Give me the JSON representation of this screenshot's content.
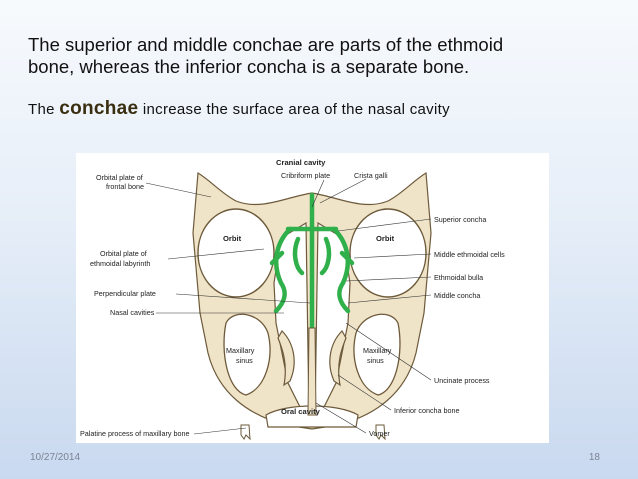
{
  "slide": {
    "title_line1": "The superior and middle conchae are parts of the ethmoid",
    "title_line2": "bone, whereas the inferior concha is a separate bone.",
    "sub_prefix": "The ",
    "sub_bold": "conchae",
    "sub_suffix": " increase the surface area of the nasal cavity",
    "date": "10/27/2014",
    "page_number": "18"
  },
  "diagram": {
    "colors": {
      "bone": "#efe3c8",
      "bone_stroke": "#6d5a3a",
      "ethmoid": "#2fb04a"
    },
    "labels": {
      "cranial_cavity": "Cranial cavity",
      "cribriform_plate": "Cribriform plate",
      "crista_galli": "Crista galli",
      "orbital_plate_frontal_1": "Orbital plate of",
      "orbital_plate_frontal_2": "frontal bone",
      "orbit_left": "Orbit",
      "orbit_right": "Orbit",
      "orbital_plate_ethmoid_1": "Orbital plate of",
      "orbital_plate_ethmoid_2": "ethmoidal labyrinth",
      "perpendicular_plate": "Perpendicular plate",
      "nasal_cavities": "Nasal cavities",
      "maxillary_sinus_left_1": "Maxillary",
      "maxillary_sinus_left_2": "sinus",
      "maxillary_sinus_right_1": "Maxillary",
      "maxillary_sinus_right_2": "sinus",
      "oral_cavity": "Oral cavity",
      "palatine_process": "Palatine process of maxillary bone",
      "superior_concha": "Superior concha",
      "middle_ethmoidal_cells": "Middle ethmoidal cells",
      "ethmoidal_bulla": "Ethmoidal bulla",
      "middle_concha": "Middle concha",
      "uncinate_process": "Uncinate process",
      "inferior_concha_bone": "Inferior concha bone",
      "vomer": "Vomer"
    }
  }
}
